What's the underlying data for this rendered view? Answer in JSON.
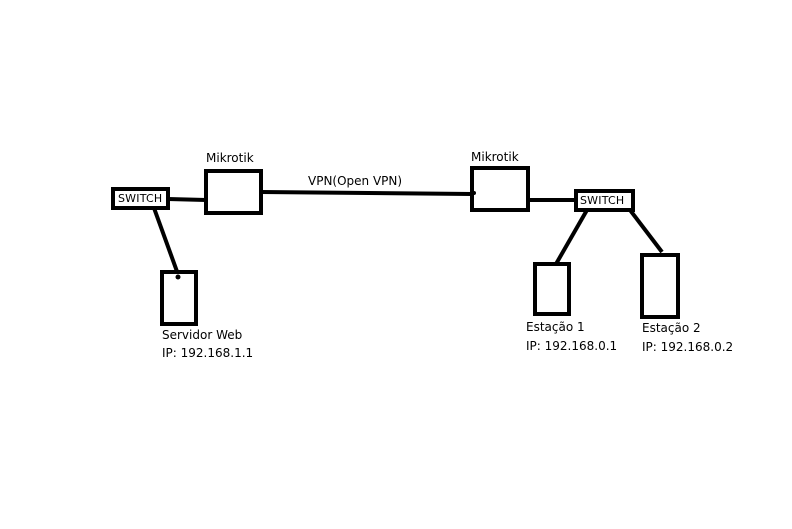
{
  "colors": {
    "background": "#ffffff",
    "stroke": "#000000"
  },
  "diagram": {
    "left_router": {
      "label": "Mikrotik"
    },
    "right_router": {
      "label": "Mikrotik"
    },
    "vpn_link": {
      "label": "VPN(Open VPN)"
    },
    "left_switch": {
      "label": "SWITCH"
    },
    "right_switch": {
      "label": "SWITCH"
    },
    "web_server": {
      "name": "Servidor Web",
      "ip": "IP: 192.168.1.1"
    },
    "station_1": {
      "name": "Estação 1",
      "ip": "IP: 192.168.0.1"
    },
    "station_2": {
      "name": "Estação 2",
      "ip": "IP: 192.168.0.2"
    }
  }
}
